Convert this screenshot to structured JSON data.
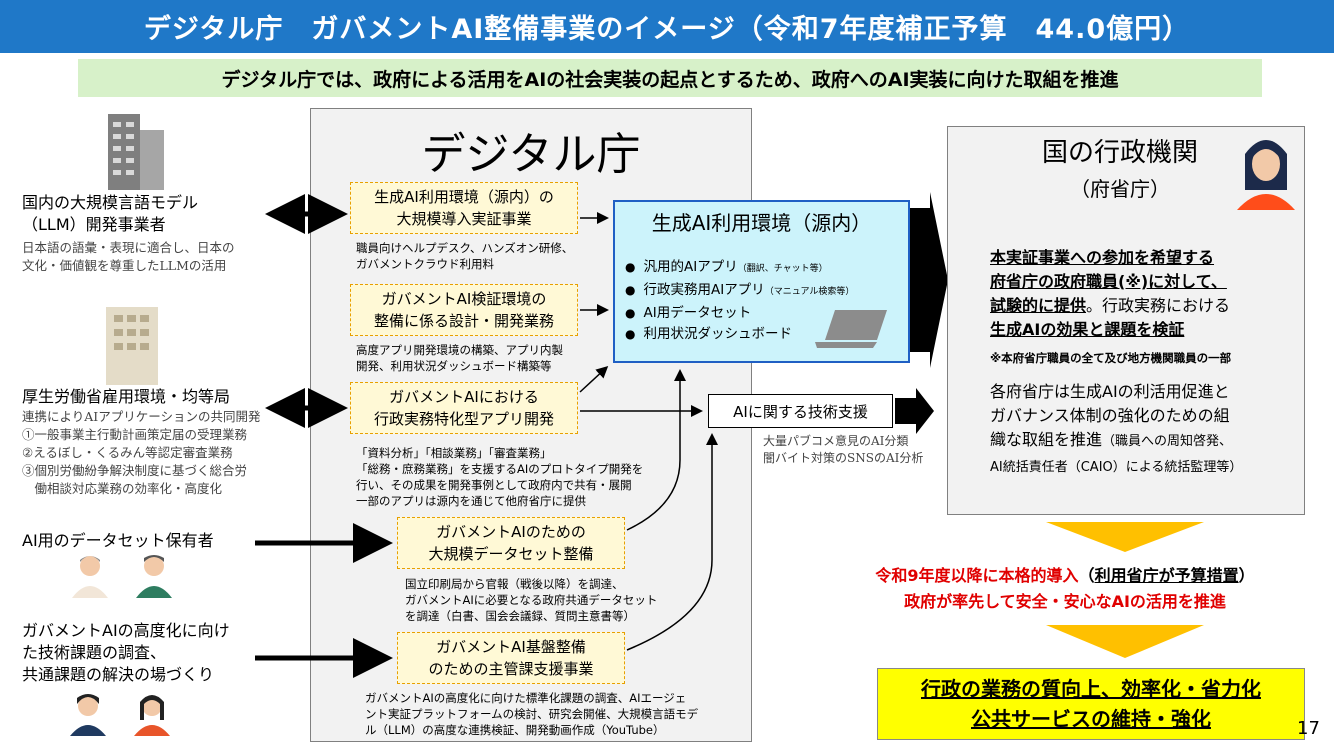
{
  "header": {
    "title": "デジタル庁　ガバメントAI整備事業のイメージ（令和7年度補正予算　44.0億円）",
    "subtitle": "デジタル庁では、政府による活用をAIの社会実装の起点とするため、政府へのAI実装に向けた取組を推進"
  },
  "left": {
    "llm_title": "国内の大規模言語モデル\n（LLM）開発事業者",
    "llm_desc": "日本語の語彙・表現に適合し、日本の\n文化・価値観を尊重したLLMの活用",
    "mhlw_title": "厚生労働省雇用環境・均等局",
    "mhlw_desc": "連携によりAIアプリケーションの共同開発\n①一般事業主行動計画策定届の受理業務\n②えるぼし・くるみん等認定審査業務\n③個別労働紛争解決制度に基づく総合労\n　働相談対応業務の効率化・高度化",
    "dataset_title": "AI用のデータセット保有者",
    "research_title": "ガバメントAIの高度化に向け\nた技術課題の調査、\n共通課題の解決の場づくり"
  },
  "center": {
    "title": "デジタル庁",
    "box1": "生成AI利用環境（源内）の\n大規模導入実証事業",
    "desc1": "職員向けヘルプデスク、ハンズオン研修、\nガバメントクラウド利用料",
    "box2": "ガバメントAI検証環境の\n整備に係る設計・開発業務",
    "desc2": "高度アプリ開発環境の構築、アプリ内製\n開発、利用状況ダッシュボード構築等",
    "box3": "ガバメントAIにおける\n行政実務特化型アプリ開発",
    "desc3": "「資料分析」「相談業務」「審査業務」\n「総務・庶務業務」を支援するAIのプロトタイプ開発を\n行い、その成果を開発事例として政府内で共有・展開\n一部のアプリは源内を通じて他府省庁に提供",
    "box4": "ガバメントAIのための\n大規模データセット整備",
    "desc4": "国立印刷局から官報（戦後以降）を調達、\nガバメントAIに必要となる政府共通データセット\nを調達（白書、国会会議録、質問主意書等）",
    "box5": "ガバメントAI基盤整備\nのための主管課支援事業",
    "desc5": "ガバメントAIの高度化に向けた標準化課題の調査、AIエージェ\nント実証プラットフォームの検討、研究会開催、大規模言語モデ\nル（LLM）の高度な連携検証、開発動画作成（YouTube）"
  },
  "genai": {
    "title": "生成AI利用環境（源内）",
    "items": [
      {
        "text": "汎用的AIアプリ",
        "note": "（翻訳、チャット等）"
      },
      {
        "text": "行政実務用AIアプリ",
        "note": "（マニュアル検索等）"
      },
      {
        "text": "AI用データセット",
        "note": ""
      },
      {
        "text": "利用状況ダッシュボード",
        "note": ""
      }
    ]
  },
  "support": {
    "label": "AIに関する技術支援",
    "desc": "大量パブコメ意見のAI分類\n闇バイト対策のSNSのAI分析"
  },
  "gov": {
    "title": "国の行政機関",
    "sub": "（府省庁）",
    "p1a": "本実証事業への参加を希望する",
    "p1b": "府省庁の政府職員(※)に対して、",
    "p1c": "試験的に提供",
    "p1d": "。行政実務における",
    "p1e": "生成AIの効果と課題を検証",
    "note": "※本府省庁職員の全て及び地方機関職員の一部",
    "p2a": "各府省庁は生成AIの利活用促進と",
    "p2b": "ガバナンス体制の強化のための組",
    "p2c": "織な取組を推進",
    "p2d": "（職員への周知啓発、",
    "p2e": "AI統括責任者（CAIO）による統括監理等）"
  },
  "future": {
    "line1a": "令和9年度以降に本格的導入",
    "line1b": "（",
    "line1c": "利用省庁が予算措置",
    "line1d": "）",
    "line2": "政府が率先して安全・安心なAIの活用を推進"
  },
  "goal": {
    "line1": "行政の業務の質向上、効率化・省力化",
    "line2": "公共サービスの維持・強化"
  },
  "page_number": "17",
  "colors": {
    "title_bg": "#1f78c8",
    "subtitle_bg": "#d7f1c9",
    "box_fill": "#fff9d6",
    "box_border": "#e8a000",
    "genai_fill": "#ccf3fb",
    "accent_red": "#e00000",
    "goal_fill": "#ffff00",
    "down_arrow": "#ffc000"
  }
}
